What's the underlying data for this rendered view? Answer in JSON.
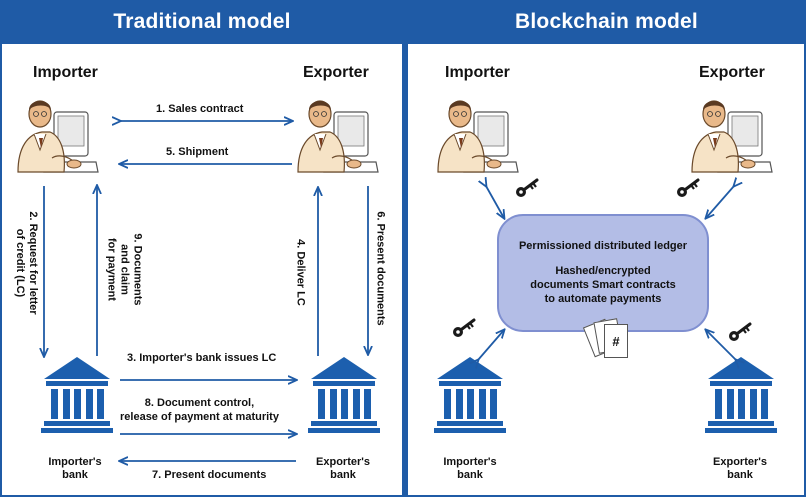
{
  "panels": {
    "traditional": {
      "title": "Traditional model",
      "importer": "Importer",
      "exporter": "Exporter",
      "importers_bank": "Importer's\nbank",
      "exporters_bank": "Exporter's\nbank",
      "steps": {
        "s1": "1. Sales contract",
        "s5": "5. Shipment",
        "s2": "2. Request for letter\nof credit (LC)",
        "s9": "9. Documents\nand claim\nfor payment",
        "s4": "4. Deliver LC",
        "s6": "6. Present documents",
        "s3": "3. Importer's bank issues LC",
        "s8": "8. Document control,\nrelease of payment at maturity",
        "s7": "7. Present documents"
      }
    },
    "blockchain": {
      "title": "Blockchain model",
      "importer": "Importer",
      "exporter": "Exporter",
      "importers_bank": "Importer's\nbank",
      "exporters_bank": "Exporter's\nbank",
      "ledger_title": "Permissioned distributed ledger",
      "ledger_body": "Hashed/encrypted\ndocuments Smart contracts\nto automate payments",
      "doc_symbol": "#"
    }
  },
  "colors": {
    "header": "#1f5ba6",
    "arrow": "#1f5ba6",
    "bank": "#1c5fae",
    "ledger_fill": "#b3bde6"
  }
}
